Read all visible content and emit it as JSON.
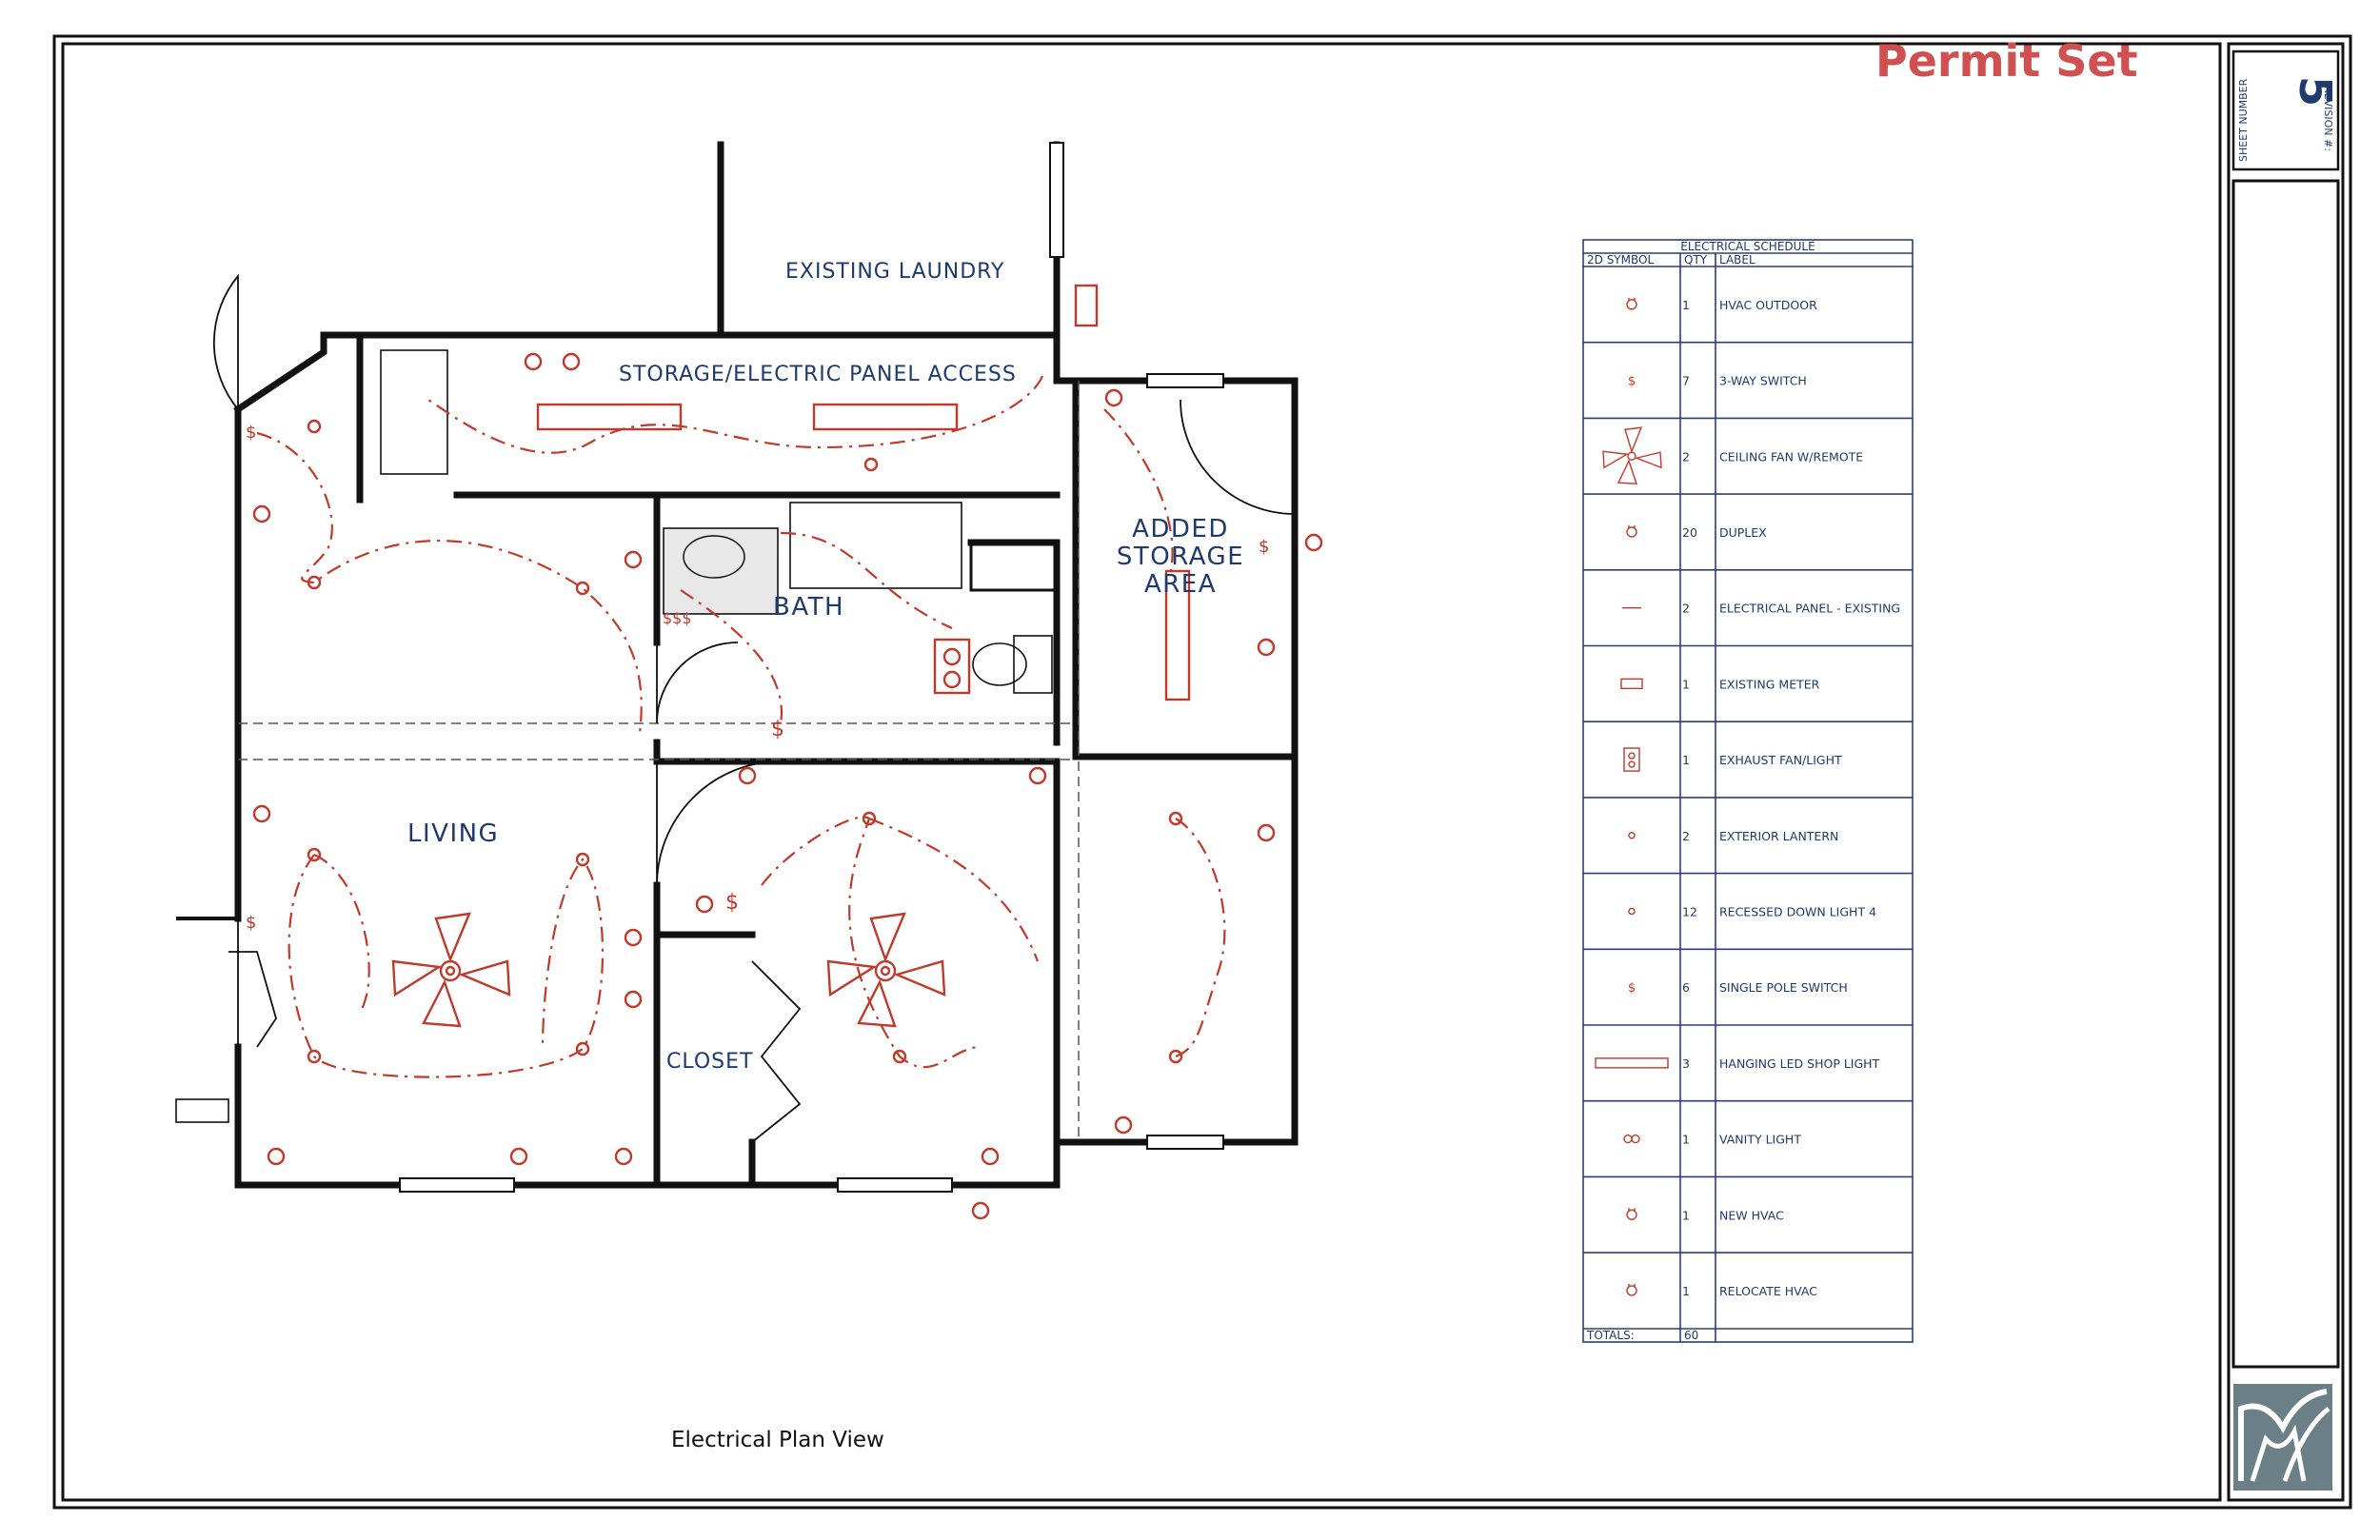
{
  "header": {
    "status_stamp": "Permit Set"
  },
  "title_block": {
    "sheet_number_label": "SHEET NUMBER",
    "sheet_number": "5",
    "revision_label": "REVISION #:"
  },
  "plan": {
    "view_title": "Electrical Plan View",
    "rooms": {
      "existing_laundry": "EXISTING LAUNDRY",
      "storage_panel": "STORAGE/ELECTRIC PANEL ACCESS",
      "added_storage_1": "ADDED",
      "added_storage_2": "STORAGE",
      "added_storage_3": "AREA",
      "bath": "BATH",
      "living": "LIVING",
      "closet": "CLOSET"
    },
    "switch_glyph": "$",
    "triple_switch_glyph": "$$$"
  },
  "schedule": {
    "title": "ELECTRICAL SCHEDULE",
    "headers": [
      "2D SYMBOL",
      "QTY",
      "LABEL"
    ],
    "rows": [
      {
        "symbol": "hvac-outdoor-icon",
        "qty": "1",
        "label": "HVAC OUTDOOR"
      },
      {
        "symbol": "three-way-switch-icon",
        "qty": "7",
        "label": "3-WAY SWITCH"
      },
      {
        "symbol": "ceiling-fan-icon",
        "qty": "2",
        "label": "CEILING FAN W/REMOTE"
      },
      {
        "symbol": "duplex-outlet-icon",
        "qty": "20",
        "label": "DUPLEX"
      },
      {
        "symbol": "electrical-panel-icon",
        "qty": "2",
        "label": "ELECTRICAL PANEL - EXISTING"
      },
      {
        "symbol": "meter-icon",
        "qty": "1",
        "label": "EXISTING METER"
      },
      {
        "symbol": "exhaust-fan-icon",
        "qty": "1",
        "label": "EXHAUST FAN/LIGHT"
      },
      {
        "symbol": "exterior-lantern-icon",
        "qty": "2",
        "label": "EXTERIOR LANTERN"
      },
      {
        "symbol": "recessed-light-icon",
        "qty": "12",
        "label": "RECESSED DOWN LIGHT 4"
      },
      {
        "symbol": "single-pole-switch-icon",
        "qty": "6",
        "label": "SINGLE POLE SWITCH"
      },
      {
        "symbol": "shop-light-icon",
        "qty": "3",
        "label": "HANGING LED SHOP LIGHT"
      },
      {
        "symbol": "vanity-light-icon",
        "qty": "1",
        "label": "VANITY LIGHT"
      },
      {
        "symbol": "new-hvac-icon",
        "qty": "1",
        "label": "NEW HVAC"
      },
      {
        "symbol": "relocate-hvac-icon",
        "qty": "1",
        "label": "RELOCATE HVAC"
      }
    ],
    "totals_label": "TOTALS:",
    "totals_qty": "60"
  },
  "colors": {
    "electrical": "#c0392b",
    "text_blue": "#1f3a6d",
    "stamp": "#d05050",
    "logo_bg": "#6b7f86"
  }
}
